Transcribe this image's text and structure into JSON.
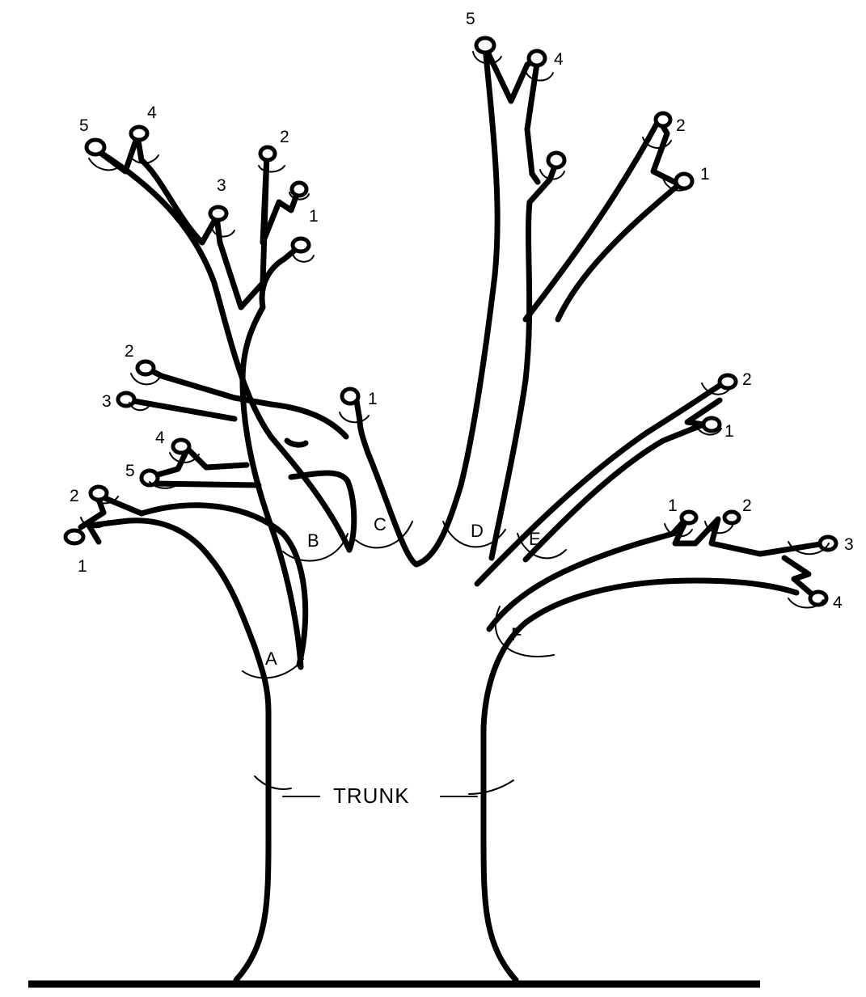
{
  "trunk_label": "TRUNK",
  "limbs": [
    {
      "id": "A",
      "label": "A",
      "branch_numbers": [
        "1",
        "2"
      ]
    },
    {
      "id": "B",
      "label": "B",
      "branch_numbers": [
        "1",
        "2",
        "3",
        "4",
        "5"
      ]
    },
    {
      "id": "C",
      "label": "C",
      "branch_numbers": [
        "1",
        "2",
        "3",
        "4",
        "5"
      ]
    },
    {
      "id": "D",
      "label": "D",
      "branch_numbers": [
        "1",
        "2",
        "4",
        "5"
      ]
    },
    {
      "id": "E",
      "label": "E",
      "branch_numbers": [
        "1",
        "2"
      ]
    },
    {
      "id": "F",
      "label": "F",
      "branch_numbers": [
        "1",
        "2",
        "3",
        "4"
      ]
    }
  ]
}
